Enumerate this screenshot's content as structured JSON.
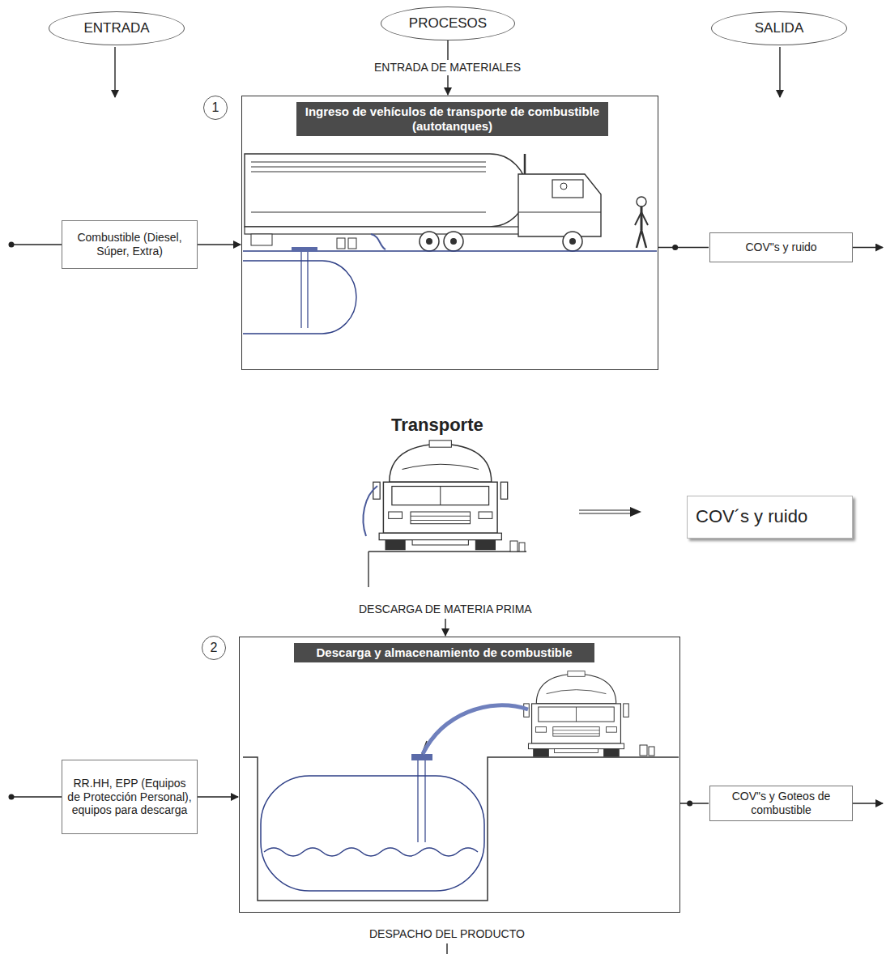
{
  "diagram": {
    "nodes": [
      {
        "text": [
          "ENTRADA"
        ]
      },
      {
        "text": [
          "PROCESOS"
        ]
      },
      {
        "text": [
          "SALIDA"
        ]
      },
      {
        "text": [
          "1"
        ]
      },
      {
        "text": [
          "Ingreso de vehículos de transporte de combustible (autotanques)"
        ]
      },
      {
        "text": [
          "Combustible (Diesel, Súper, Extra)"
        ]
      },
      {
        "text": [
          "COV\"s y ruido"
        ]
      },
      {
        "text": [
          "COV´s y ruido"
        ]
      },
      {
        "text": [
          "2"
        ]
      },
      {
        "text": [
          "Descarga y almacenamiento de combustible"
        ]
      },
      {
        "text": [
          "RR.HH, EPP (Equipos de Protección Personal), equipos para descarga"
        ]
      },
      {
        "text": [
          "COV\"s y Goteos de combustible"
        ]
      }
    ],
    "edges": [
      {
        "from": 1,
        "to": 4,
        "label": "ENTRADA DE MATERIALES",
        "arrow": "to"
      },
      {
        "from": 5,
        "to": 4,
        "arrow": "to"
      },
      {
        "from": 4,
        "to": 6,
        "arrow": "none"
      },
      {
        "from": 10,
        "to": 9,
        "arrow": "to"
      },
      {
        "from": 9,
        "to": 11,
        "arrow": "none"
      }
    ],
    "labels": [
      "Transporte",
      "DESCARGA DE MATERIA PRIMA",
      "DESPACHO DEL PRODUCTO"
    ]
  }
}
